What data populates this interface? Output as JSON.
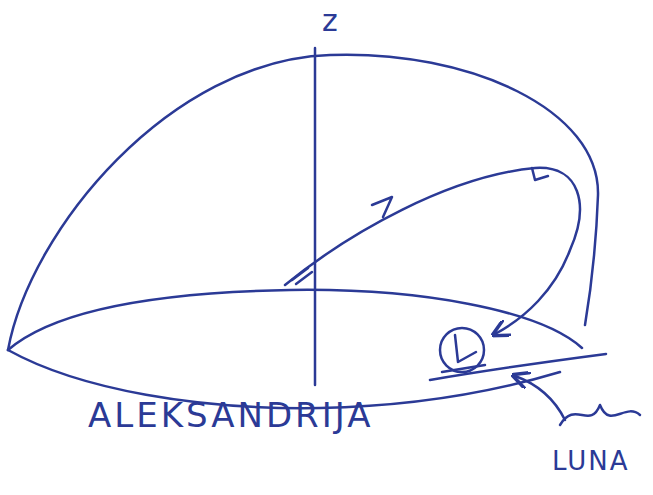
{
  "diagram": {
    "labels": [
      "z",
      "ALEKSANDRIJA",
      "LUNA"
    ]
  }
}
